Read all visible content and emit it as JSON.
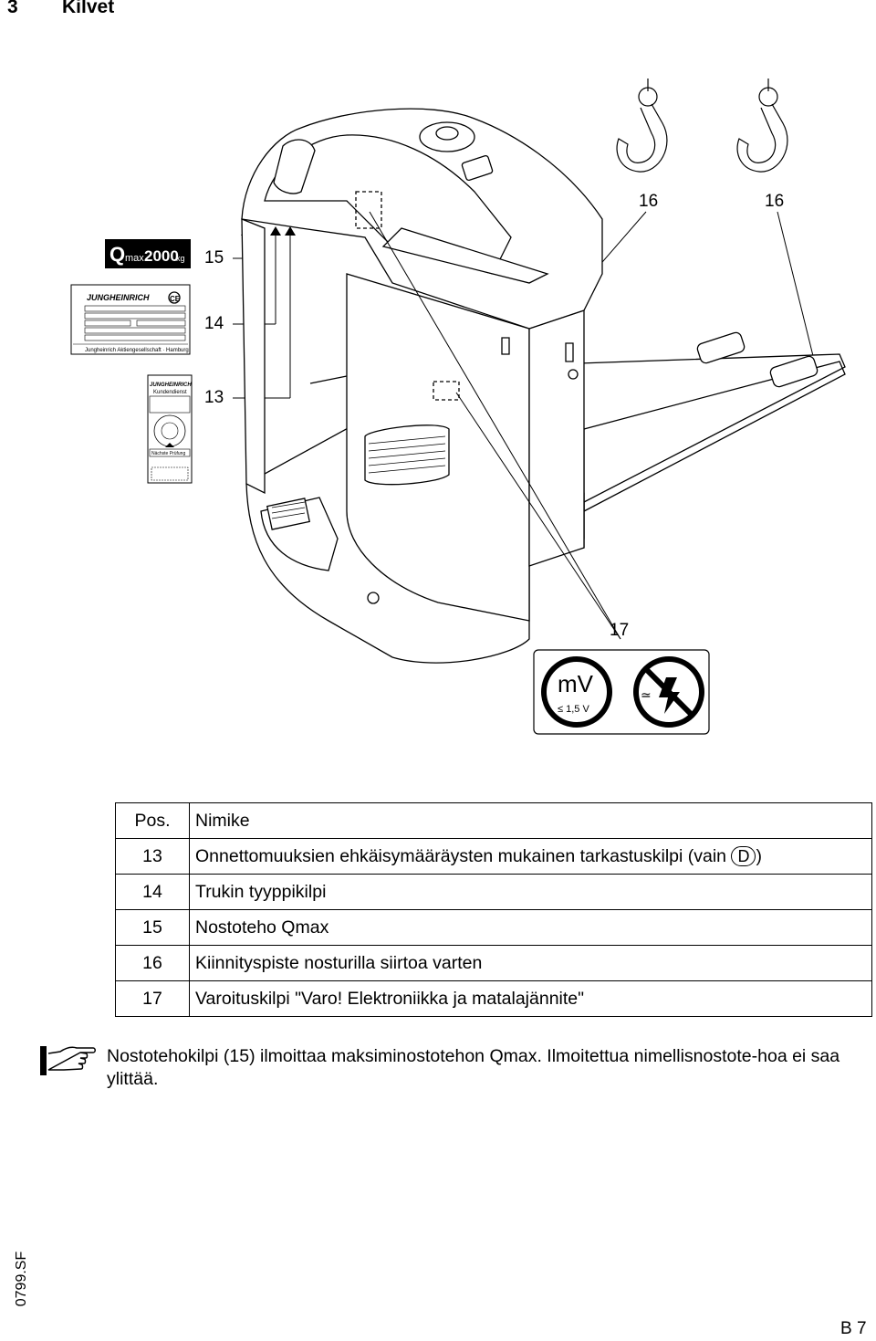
{
  "header": {
    "section_number": "3",
    "section_title": "Kilvet"
  },
  "figure": {
    "callouts": [
      "13",
      "14",
      "15",
      "16",
      "16",
      "17"
    ],
    "qmax_plate": {
      "q": "Q",
      "max": "max",
      "value": "2000",
      "unit": "kg"
    },
    "type_plate": {
      "brand": "JUNGHEINRICH",
      "ce": "CE",
      "footer": "Jungheinrich Aktiengesellschaft · Hamburg"
    },
    "inspection_plate": {
      "brand": "JUNGHEINRICH",
      "service": "Kundendienst",
      "next": "Nächste Prüfung"
    },
    "warning_plate": {
      "mv": "mV",
      "voltage": "≤ 1,5 V",
      "approx": "≃"
    }
  },
  "table": {
    "header": {
      "pos": "Pos.",
      "name": "Nimike"
    },
    "rows": [
      {
        "pos": "13",
        "name": "Onnettomuuksien ehkäisymääräysten mukainen tarkastuskilpi (vain",
        "badge": "D",
        "suffix": ")"
      },
      {
        "pos": "14",
        "name": "Trukin tyyppikilpi"
      },
      {
        "pos": "15",
        "name": "Nostoteho Qmax"
      },
      {
        "pos": "16",
        "name": "Kiinnityspiste nosturilla siirtoa varten"
      },
      {
        "pos": "17",
        "name": "Varoituskilpi \"Varo! Elektroniikka ja matalajännite\""
      }
    ]
  },
  "note": {
    "text": "Nostotehokilpi (15) ilmoittaa maksiminostotehon Qmax. Ilmoitettua nimellisnostote-hoa ei saa ylittää."
  },
  "footer": {
    "doc_code": "0799.SF",
    "page": "B 7"
  }
}
